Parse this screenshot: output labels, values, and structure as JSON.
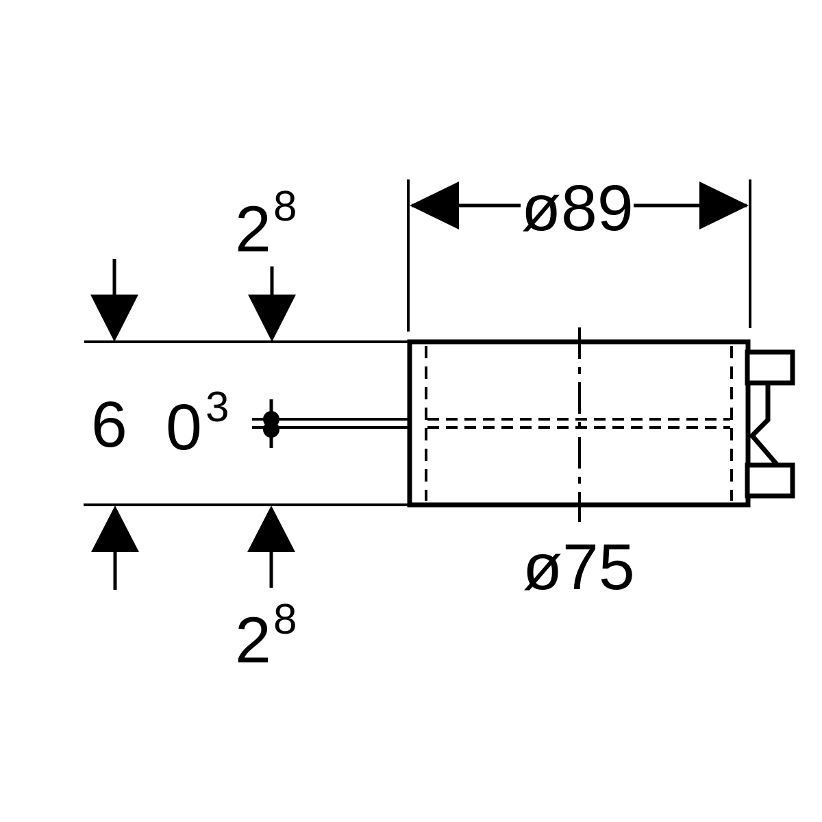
{
  "drawing": {
    "type": "technical-dimension-drawing",
    "background_color": "#ffffff",
    "stroke_color": "#000000",
    "labels": {
      "top_offset": {
        "base": "2",
        "sup": "8"
      },
      "bottom_offset": {
        "base": "2",
        "sup": "8"
      },
      "left_value": "6",
      "left_value_noted": {
        "base": "0",
        "sup": "3"
      },
      "outer_diameter": "ø89",
      "inner_diameter": "ø75"
    }
  }
}
